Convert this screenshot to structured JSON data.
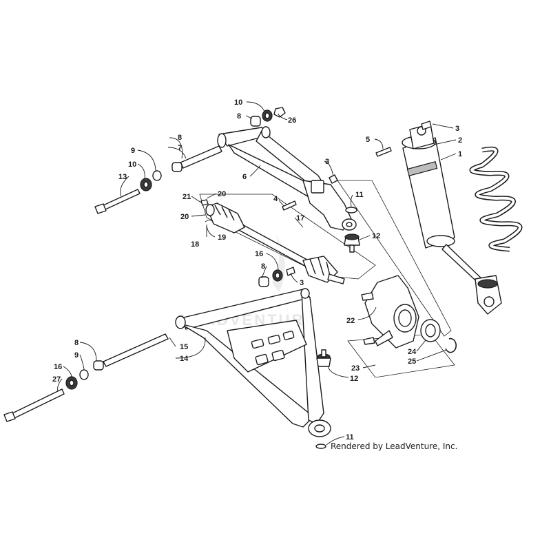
{
  "diagram": {
    "watermark": "LEADVENTURE",
    "credit": "Rendered by LeadVenture, Inc.",
    "callouts": [
      {
        "id": "c10a",
        "label": "10"
      },
      {
        "id": "c8a",
        "label": "8"
      },
      {
        "id": "c26",
        "label": "26"
      },
      {
        "id": "c3a",
        "label": "3"
      },
      {
        "id": "c5",
        "label": "5"
      },
      {
        "id": "c2",
        "label": "2"
      },
      {
        "id": "c1",
        "label": "1"
      },
      {
        "id": "c8b",
        "label": "8"
      },
      {
        "id": "c7",
        "label": "7"
      },
      {
        "id": "c9a",
        "label": "9"
      },
      {
        "id": "c10b",
        "label": "10"
      },
      {
        "id": "c13",
        "label": "13"
      },
      {
        "id": "c6",
        "label": "6"
      },
      {
        "id": "c3b",
        "label": "3"
      },
      {
        "id": "c20a",
        "label": "20"
      },
      {
        "id": "c21",
        "label": "21"
      },
      {
        "id": "c4",
        "label": "4"
      },
      {
        "id": "c11a",
        "label": "11"
      },
      {
        "id": "c20b",
        "label": "20"
      },
      {
        "id": "c17",
        "label": "17"
      },
      {
        "id": "c18",
        "label": "18"
      },
      {
        "id": "c19",
        "label": "19"
      },
      {
        "id": "c12a",
        "label": "12"
      },
      {
        "id": "c16a",
        "label": "16"
      },
      {
        "id": "c8c",
        "label": "8"
      },
      {
        "id": "c3c",
        "label": "3"
      },
      {
        "id": "c22",
        "label": "22"
      },
      {
        "id": "c15",
        "label": "15"
      },
      {
        "id": "c14",
        "label": "14"
      },
      {
        "id": "c24",
        "label": "24"
      },
      {
        "id": "c25",
        "label": "25"
      },
      {
        "id": "c8d",
        "label": "8"
      },
      {
        "id": "c9b",
        "label": "9"
      },
      {
        "id": "c23",
        "label": "23"
      },
      {
        "id": "c16b",
        "label": "16"
      },
      {
        "id": "c12b",
        "label": "12"
      },
      {
        "id": "c27",
        "label": "27"
      },
      {
        "id": "c11b",
        "label": "11"
      }
    ]
  }
}
